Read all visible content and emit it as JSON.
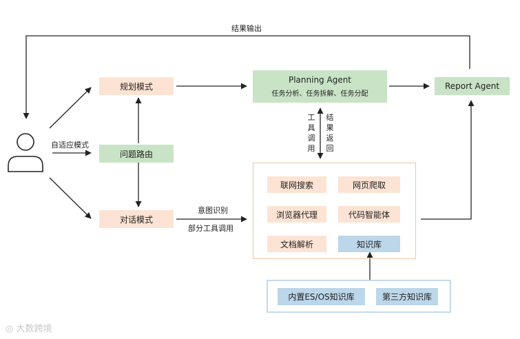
{
  "diagram": {
    "top_label": "结果输出",
    "adaptive_label": "自适应模式",
    "planning_mode": "规划模式",
    "routing": "问题路由",
    "chat_mode": "对话模式",
    "planning_agent": {
      "title": "Planning Agent",
      "subtitle": "任务分析、任务拆解、任务分配"
    },
    "report_agent": "Report Agent",
    "tool_call": "工具调用",
    "result_return": "结果返回",
    "intent_label": "意图识别",
    "partial_tools_label": "部分工具调用",
    "tools": [
      "联网搜索",
      "网页爬取",
      "浏览器代理",
      "代码智能体",
      "文档解析"
    ],
    "knowledge_base": "知识库",
    "kb_sources": [
      "内置ES/OS知识库",
      "第三方知识库"
    ]
  },
  "watermark": "大数跨境",
  "colors": {
    "peach": "#fde3d3",
    "green": "#c8e3c5",
    "blue": "#bcd6ea",
    "tool_border": "#f0c2a8",
    "kb_border": "#c5d9ea",
    "line": "#222222"
  }
}
